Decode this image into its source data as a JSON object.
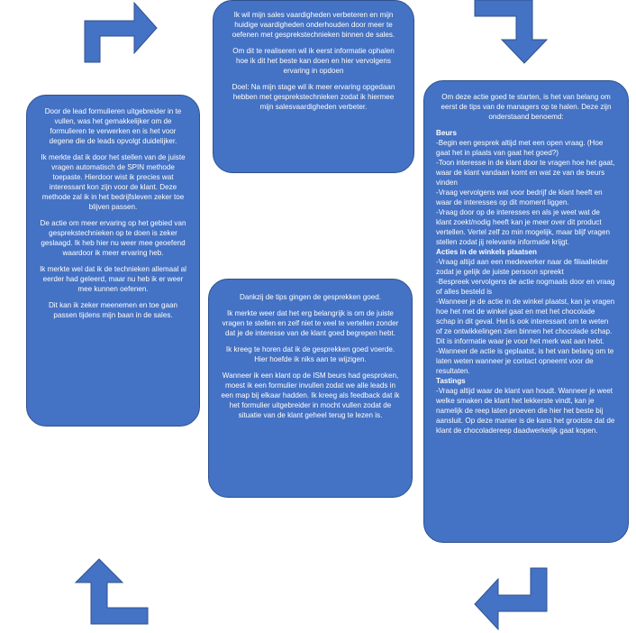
{
  "boxes": {
    "top": {
      "paragraphs": [
        "Ik wil mijn sales vaardigheden verbeteren en mijn huidige vaardigheden onderhouden door meer te oefenen met gesprekstechnieken binnen de sales.",
        "Om dit te realiseren wil ik eerst informatie ophalen hoe ik dit het beste kan doen en hier vervolgens ervaring in opdoen",
        "Doel: Na mijn stage wil ik meer ervaring opgedaan hebben met gesprekstechnieken zodat ik hiermee mijn salesvaardigheden verbeter."
      ]
    },
    "left": {
      "paragraphs": [
        "Door de lead formulieren uitgebreider in te vullen, was het gemakkelijker om de formulieren te verwerken en is het voor degene die de leads opvolgt duidelijker.",
        "Ik merkte dat ik door het stellen van de juiste vragen automatisch de SPIN methode toepaste. Hierdoor wist ik precies wat interessant kon zijn voor de klant. Deze methode zal ik in het bedrijfsleven zeker toe blijven passen.",
        "De actie om meer ervaring op het gebied van gesprekstechnieken op te doen is zeker geslaagd. Ik heb hier nu weer mee geoefend waardoor ik meer ervaring heb.",
        "Ik merkte wel dat ik de technieken allemaal al eerder had geleerd, maar nu heb ik er weer mee kunnen oefenen.",
        "Dit kan ik zeker meenemen en toe gaan passen tijdens mijn baan in de sales."
      ]
    },
    "middle": {
      "paragraphs": [
        "Dankzij de tips gingen de gesprekken goed.",
        "Ik merkte weer dat het erg belangrijk is om de juiste vragen te stellen en zelf niet te veel te vertellen zonder dat je de interesse van de klant goed begrepen hebt.",
        "Ik kreeg te horen dat ik de gesprekken goed voerde. Hier hoefde ik niks aan te wijzigen.",
        "Wanneer ik een klant op de ISM beurs had gesproken, moest ik een formulier invullen zodat we alle leads in een map bij elkaar hadden. Ik kreeg als feedback dat ik het formulier uitgebreider in mocht vullen zodat de situatie van de klant geheel terug te lezen is."
      ]
    },
    "right": {
      "intro": "Om deze actie goed te starten, is het van belang om eerst de tips van de managers op te halen. Deze zijn onderstaand benoemd:",
      "sections": [
        {
          "heading": "Beurs",
          "lines": [
            "-Begin een gesprek altijd met een open vraag. (Hoe gaat het in plaats van gaat het goed?)",
            "-Toon interesse in de klant door te vragen hoe het gaat, waar de klant vandaan komt en wat ze van de beurs vinden",
            "-Vraag vervolgens wat voor bedrijf de klant heeft en waar de interesses op dit moment liggen.",
            "-Vraag door op de interesses en als je weet wat de klant zoekt/nodig heeft kan je meer over dit product vertellen. Vertel zelf zo min mogelijk, maar blijf vragen stellen zodat jij relevante informatie krijgt."
          ]
        },
        {
          "heading": "Acties in de winkels plaatsen",
          "lines": [
            "-Vraag altijd aan een medewerker naar de filiaalleider zodat je gelijk de juiste persoon spreekt",
            "-Bespreek vervolgens de actie nogmaals door en vraag of alles besteld is",
            "-Wanneer je de actie in de winkel plaatst, kan je vragen hoe het met de winkel gaat en met het chocolade schap in dit geval. Het is ook interessant om te weten of ze ontwikkelingen zien binnen het chocolade schap. Dit is informatie waar je voor het merk wat aan hebt.",
            "-Wanneer de actie is geplaatst, is het van belang om te laten weten wanneer je contact opneemt voor de resultaten."
          ]
        },
        {
          "heading": "Tastings",
          "lines": [
            "-Vraag altijd waar de klant van houdt. Wanneer je weet welke smaken de klant het lekkerste vindt, kan je namelijk de reep laten proeven die hier het beste bij aansluit. Op deze manier is de kans het grootste dat de klant de chocoladereep daadwerkelijk gaat kopen."
          ]
        }
      ]
    }
  },
  "colors": {
    "box_fill": "#4472c4",
    "box_border": "#2f528f",
    "box_text": "#ffffff",
    "arrow_fill": "#4472c4"
  },
  "arrows": [
    "arrow-top-left",
    "arrow-top-right",
    "arrow-bottom-left",
    "arrow-bottom-right"
  ]
}
